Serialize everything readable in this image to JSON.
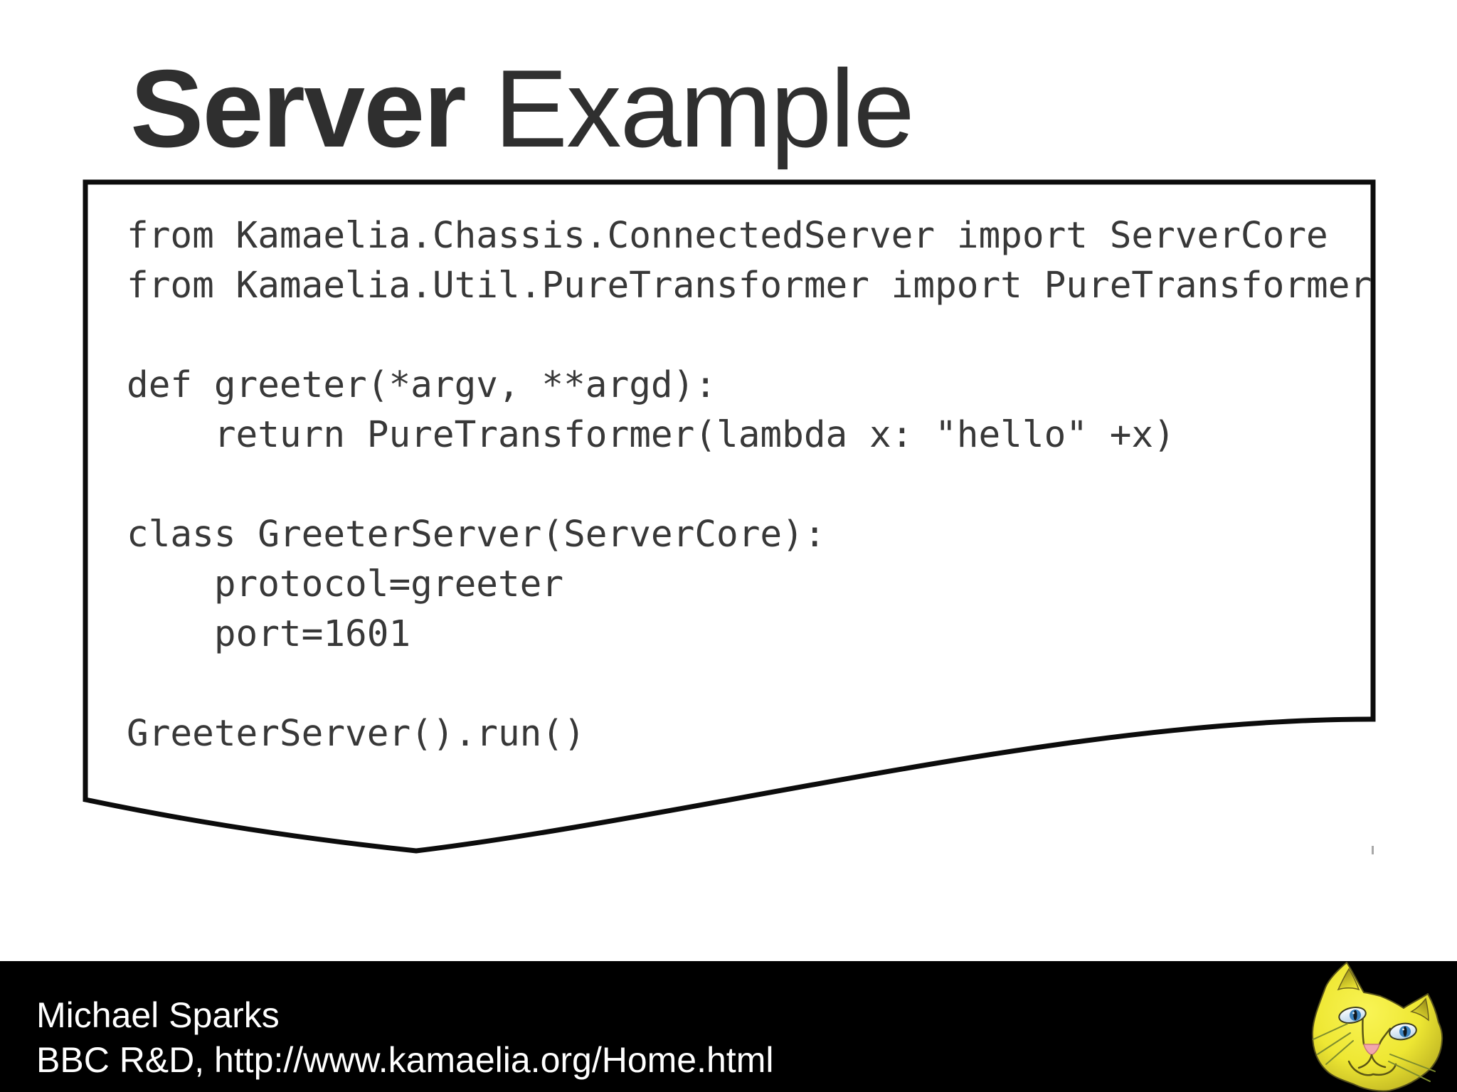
{
  "title": {
    "bold": "Server",
    "regular": " Example"
  },
  "code": {
    "text": "from Kamaelia.Chassis.ConnectedServer import ServerCore\nfrom Kamaelia.Util.PureTransformer import PureTransformer\n\ndef greeter(*argv, **argd):\n    return PureTransformer(lambda x: \"hello\" +x)\n\nclass GreeterServer(ServerCore):\n    protocol=greeter\n    port=1601\n\nGreeterServer().run()"
  },
  "footer": {
    "author": "Michael Sparks",
    "affiliation": "BBC R&D, http://www.kamaelia.org/Home.html"
  },
  "logo": {
    "name": "kamaelia-cat"
  },
  "colors": {
    "background": "#ffffff",
    "title_text": "#2f2f2f",
    "code_text": "#383838",
    "box_border": "#0c0c0c",
    "footer_bg": "#000000",
    "footer_text": "#ffffff",
    "cat_yellow": "#efe93a",
    "cat_outline": "#55501a",
    "eye_blue": "#3f85c0",
    "nose_pink": "#f2a7ad",
    "stray_mark": "#a8a8a8"
  }
}
